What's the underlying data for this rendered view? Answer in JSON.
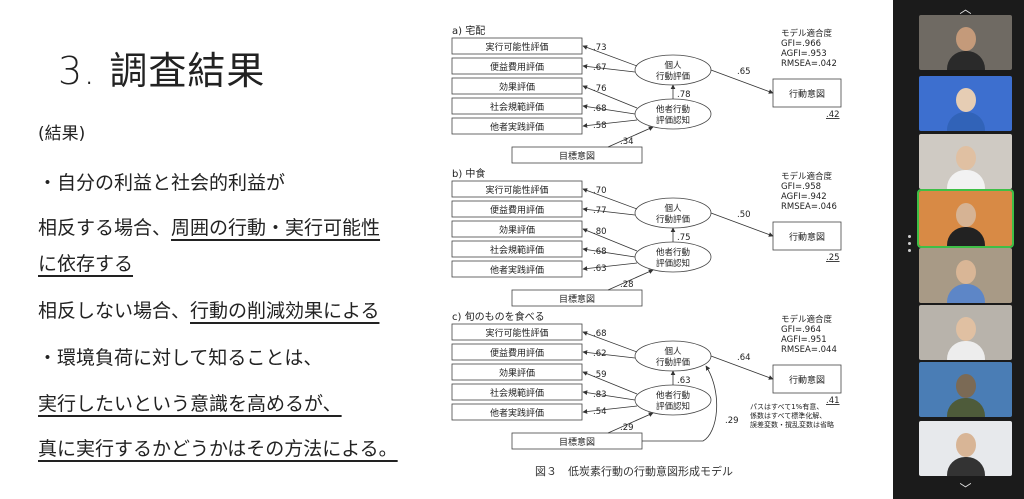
{
  "slide": {
    "title": "3. 調査結果",
    "lines": [
      "(結果)",
      "・自分の利益と社会的利益が",
      "相反する場合、",
      "周囲の行動・実行可能性",
      "に依存する",
      "相反しない場合、",
      "行動の削減効果による",
      "・環境負荷に対して知ることは、",
      "実行したいという意識を高めるが、",
      "真に実行するかどうかはその方法による。"
    ]
  },
  "figure": {
    "caption": "図３　低炭素行動の行動意図形成モデル",
    "boxes": [
      "実行可能性評価",
      "便益費用評価",
      "効果評価",
      "社会規範評価",
      "他者実践評価"
    ],
    "goal_label": "目標意図",
    "personal_label": [
      "個人",
      "行動評価"
    ],
    "other_label": [
      "他者行動",
      "評価認知"
    ],
    "intent_label": "行動意図",
    "fit_title": "モデル適合度",
    "note": [
      "パスはすべて1%有意、",
      "係数はすべて標準化解、",
      "誤差変数・撹乱変数は省略"
    ],
    "panels": [
      {
        "title": "a) 宅配",
        "coefs": [
          ".73",
          ".67",
          ".76",
          ".68",
          ".58"
        ],
        "other_to_personal": ".78",
        "goal_to_other": ".34",
        "personal_to_intent": ".65",
        "r2": ".42",
        "fit": [
          "GFI=.966",
          "AGFI=.953",
          "RMSEA=.042"
        ],
        "goal_to_intent": ""
      },
      {
        "title": "b) 中食",
        "coefs": [
          ".70",
          ".77",
          ".80",
          ".68",
          ".63"
        ],
        "other_to_personal": ".75",
        "goal_to_other": ".28",
        "personal_to_intent": ".50",
        "r2": ".25",
        "fit": [
          "GFI=.958",
          "AGFI=.942",
          "RMSEA=.046"
        ],
        "goal_to_intent": ""
      },
      {
        "title": "c) 旬のものを食べる",
        "coefs": [
          ".68",
          ".62",
          ".59",
          ".83",
          ".54"
        ],
        "other_to_personal": ".63",
        "goal_to_other": ".29",
        "personal_to_intent": ".64",
        "r2": ".41",
        "fit": [
          "GFI=.964",
          "AGFI=.951",
          "RMSEA=.044"
        ],
        "goal_to_intent": ".29"
      }
    ]
  },
  "zoom": {
    "nav_up": "︿",
    "nav_down": "﹀",
    "participants": [
      {
        "bg": "#6f6a63",
        "skin": "#c49a7a",
        "shirt": "#2a2a2a"
      },
      {
        "bg": "#3d6fcf",
        "skin": "#e6cdb4",
        "shirt": "#3163b8"
      },
      {
        "bg": "#cfcac3",
        "skin": "#e0c0a2",
        "shirt": "#f2f2f2"
      },
      {
        "bg": "#d88a45",
        "skin": "#d6b394",
        "shirt": "#222222"
      },
      {
        "bg": "#a89a86",
        "skin": "#d9b696",
        "shirt": "#5d86c7"
      },
      {
        "bg": "#b8b3ab",
        "skin": "#e0c0a2",
        "shirt": "#ededed"
      },
      {
        "bg": "#4a7db5",
        "skin": "#7b6a55",
        "shirt": "#4e5b3a"
      },
      {
        "bg": "#e7e9ec",
        "skin": "#d8b596",
        "shirt": "#333333"
      }
    ]
  }
}
